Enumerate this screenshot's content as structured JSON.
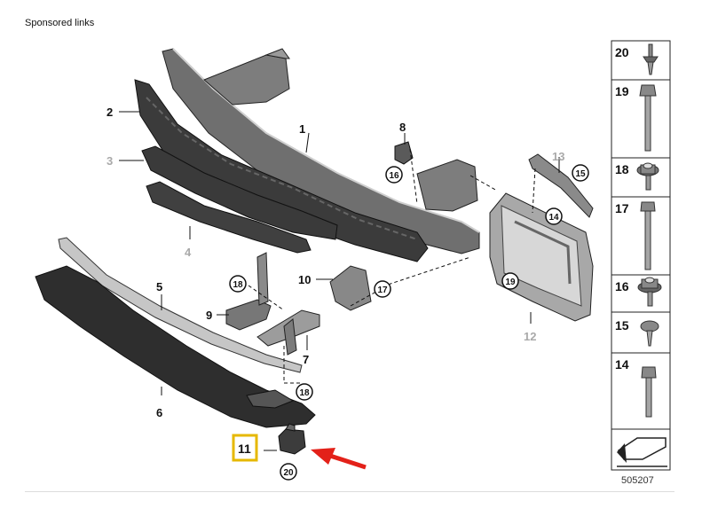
{
  "header": {
    "sponsored_text": "Sponsored links"
  },
  "diagram": {
    "diagram_number": "505207",
    "part_labels": {
      "p1": "1",
      "p2": "2",
      "p3": "3",
      "p4": "4",
      "p5": "5",
      "p6": "6",
      "p7": "7",
      "p8": "8",
      "p9": "9",
      "p10": "10",
      "p11": "11",
      "p12": "12",
      "p13": "13"
    },
    "circled_labels": {
      "c14": "14",
      "c15": "15",
      "c16": "16",
      "c17": "17",
      "c18a": "18",
      "c18b": "18",
      "c19": "19",
      "c20": "20"
    },
    "highlighted_part": "11",
    "highlight_color": "#e6b800",
    "arrow_color": "#e32119",
    "greyed_label_color": "#a9a9a9"
  },
  "fastener_panel": {
    "items": [
      "20",
      "19",
      "18",
      "17",
      "16",
      "15",
      "14"
    ]
  }
}
